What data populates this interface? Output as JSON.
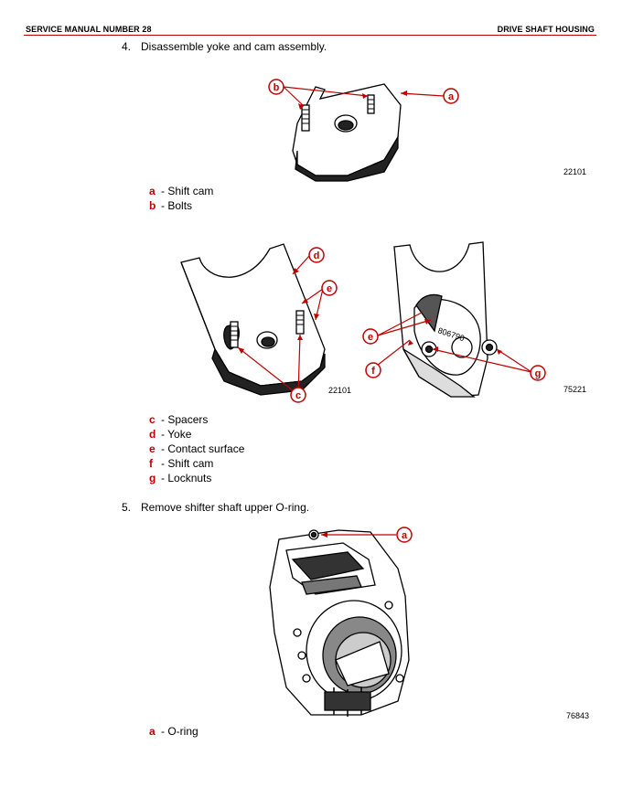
{
  "header": {
    "left": "SERVICE MANUAL NUMBER 28",
    "right": "DRIVE SHAFT HOUSING"
  },
  "steps": [
    {
      "num": "4.",
      "text": "Disassemble yoke and cam assembly."
    },
    {
      "num": "5.",
      "text": "Remove shifter shaft upper O-ring."
    }
  ],
  "figures": {
    "fig1": {
      "number": "22101",
      "callouts": [
        "b",
        "a"
      ]
    },
    "fig2": {
      "number": "22101",
      "callouts": [
        "d",
        "e",
        "c"
      ]
    },
    "fig3": {
      "number": "75221",
      "callouts": [
        "e",
        "f",
        "g"
      ],
      "stamp": "806790"
    },
    "fig4": {
      "number": "76843",
      "callouts": [
        "a"
      ]
    }
  },
  "legends": {
    "legend1": [
      {
        "key": "a",
        "sep": "-",
        "label": "Shift cam"
      },
      {
        "key": "b",
        "sep": "-",
        "label": "Bolts"
      }
    ],
    "legend2": [
      {
        "key": "c",
        "sep": "-",
        "label": "Spacers"
      },
      {
        "key": "d",
        "sep": "-",
        "label": "Yoke"
      },
      {
        "key": "e",
        "sep": "-",
        "label": "Contact surface"
      },
      {
        "key": "f",
        "sep": "-",
        "label": "Shift cam"
      },
      {
        "key": "g",
        "sep": "-",
        "label": "Locknuts"
      }
    ],
    "legend3": [
      {
        "key": "a",
        "sep": "-",
        "label": "O-ring"
      }
    ]
  },
  "colors": {
    "accent": "#c00000",
    "line": "#000000"
  }
}
